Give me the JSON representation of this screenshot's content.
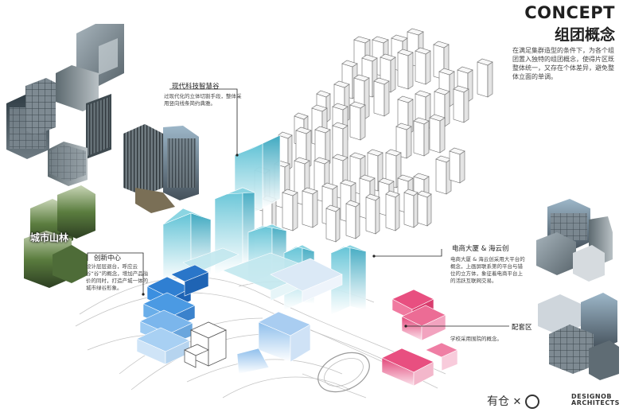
{
  "title": {
    "en": "CONCEPT",
    "zh": "组团概念"
  },
  "description": "在满足集群造型的条件下，为各个组团置入独特的组团概念，使得片区既整体统一，又存在个体差异，避免整体立面的单调。",
  "labels": {
    "valley": {
      "title": "现代科技智慧谷",
      "text": "过现代化的立体切割手段，整体采用竖向线条简约典雅。"
    },
    "innovation": {
      "title": "创新中心",
      "text": "设计层层退台，呼应云谷“谷”的概念，增加产品溢价的同时，打造产城一体的城市绿谷形象。"
    },
    "ecommerce": {
      "title": "电商大厦 & 海云创",
      "text": "电商大厦 & 海云创采用大平台的概念，上画屏联系第的平台与错位的立方体，象征着电商平台上的活跃互联网交易。"
    },
    "school": {
      "title": "配套区",
      "text": "学校采用围院的概念。"
    },
    "forest": "城市山林"
  },
  "watermark": {
    "text": "有仓",
    "brand_line1": "DESIGNOB",
    "brand_line2": "ARCHITECTS"
  },
  "colors": {
    "teal": "#7fd0de",
    "blue": "#2f86d6",
    "lightblue": "#a9cdf1",
    "pink": "#e85a86",
    "white_tower_stroke": "#6a6a6a",
    "site_line": "#bdbdbd"
  }
}
